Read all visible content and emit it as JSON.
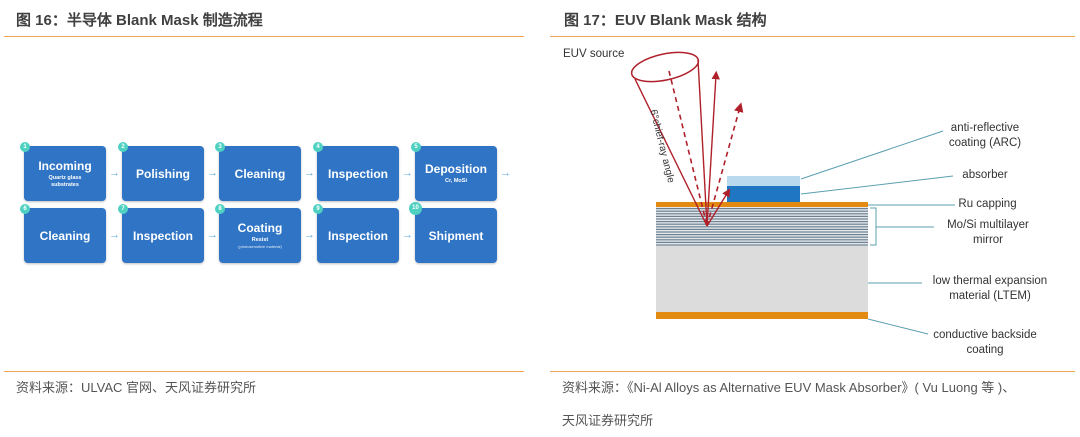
{
  "left": {
    "title": "图 16：半导体 Blank Mask 制造流程",
    "steps": [
      {
        "num": "1",
        "label": "Incoming",
        "sub": "Quartz glass substrates",
        "sub2": ""
      },
      {
        "num": "2",
        "label": "Polishing",
        "sub": "",
        "sub2": ""
      },
      {
        "num": "3",
        "label": "Cleaning",
        "sub": "",
        "sub2": ""
      },
      {
        "num": "4",
        "label": "Inspection",
        "sub": "",
        "sub2": ""
      },
      {
        "num": "5",
        "label": "Deposition",
        "sub": "Cr, MoSi",
        "sub2": ""
      },
      {
        "num": "6",
        "label": "Cleaning",
        "sub": "",
        "sub2": ""
      },
      {
        "num": "7",
        "label": "Inspection",
        "sub": "",
        "sub2": ""
      },
      {
        "num": "8",
        "label": "Coating",
        "sub": "Resist",
        "sub2": "(photosensitive material)"
      },
      {
        "num": "9",
        "label": "Inspection",
        "sub": "",
        "sub2": ""
      },
      {
        "num": "10",
        "label": "Shipment",
        "sub": "",
        "sub2": ""
      }
    ],
    "arrow_glyph": "→",
    "source": "资料来源：ULVAC 官网、天风证券研究所"
  },
  "right": {
    "title": "图 17：EUV Blank Mask 结构",
    "euv_source": "EUV source",
    "angle_label": "6°chief-ray angle",
    "layers": {
      "arc": "anti-reflective coating (ARC)",
      "arc_line1": "anti-reflective",
      "arc_line2": "coating (ARC)",
      "absorber": "absorber",
      "ru": "Ru capping",
      "mirror_line1": "Mo/Si multilayer",
      "mirror_line2": "mirror",
      "ltem_line1": "low thermal expansion",
      "ltem_line2": "material (LTEM)",
      "backside_line1": "conductive backside",
      "backside_line2": "coating"
    },
    "colors": {
      "ray": "#b0202a",
      "arc": "#b9d9ef",
      "absorber": "#1f77c4",
      "ru": "#e38a12",
      "multilayer_dark": "#6d8191",
      "multilayer_light": "#e4e8ec",
      "ltem": "#dcdcdc",
      "leader": "#5a9fb0"
    },
    "source_line1": "资料来源：《Ni-Al Alloys as Alternative EUV Mask Absorber》( Vu Luong 等 )、",
    "source_line2": "天风证券研究所"
  }
}
